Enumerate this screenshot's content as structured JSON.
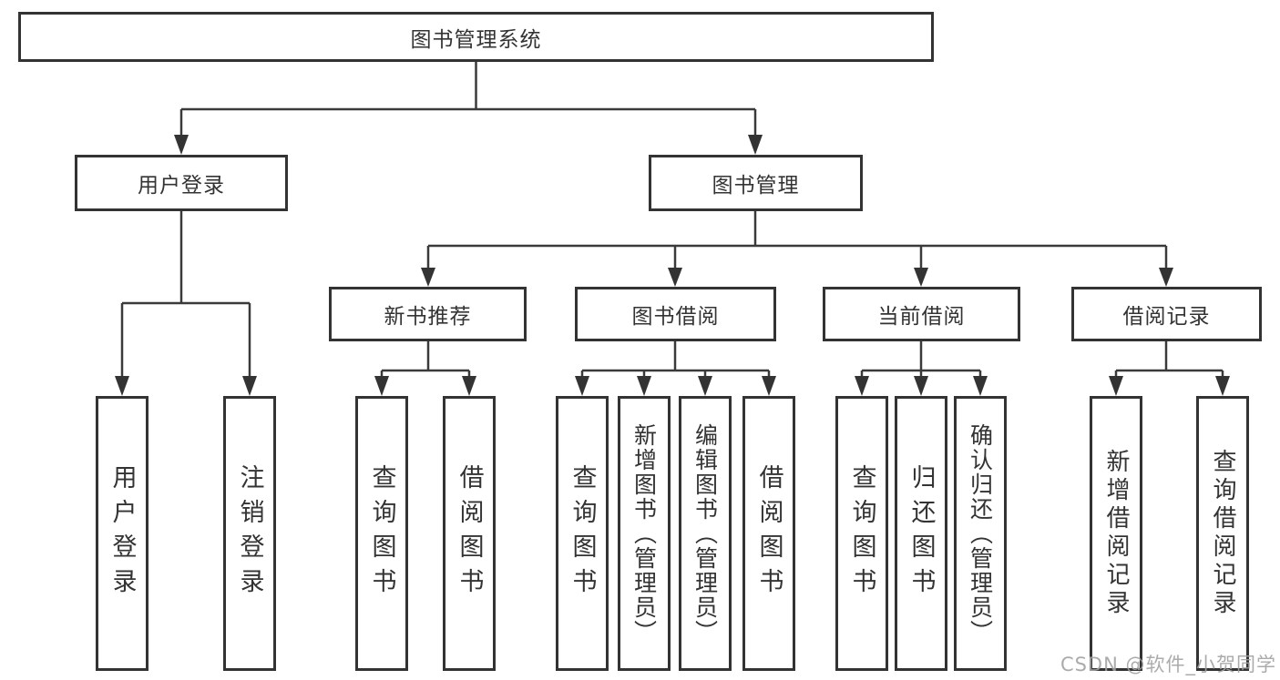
{
  "diagram": {
    "title": "图书管理系统",
    "tree": {
      "root": {
        "label": "图书管理系统"
      },
      "level1": [
        {
          "label": "用户登录",
          "children": [
            "用户登录",
            "注销登录"
          ]
        },
        {
          "label": "图书管理"
        }
      ],
      "level2": [
        {
          "label": "新书推荐",
          "children": [
            "查询图书",
            "借阅图书"
          ]
        },
        {
          "label": "图书借阅",
          "children": [
            "查询图书",
            "新增图书（管理员）",
            "编辑图书（管理员）",
            "借阅图书"
          ]
        },
        {
          "label": "当前借阅",
          "children": [
            "查询图书",
            "归还图书",
            "确认归还（管理员）"
          ]
        },
        {
          "label": "借阅记录",
          "children": [
            "新增借阅记录",
            "查询借阅记录"
          ]
        }
      ]
    },
    "colors": {
      "box_border": "#333333",
      "connector": "#3a3a3a",
      "text": "#333333",
      "watermark": "#a2a2a2",
      "background": "#ffffff"
    }
  },
  "watermark": {
    "text": "CSDN @软件_小贺同学"
  }
}
